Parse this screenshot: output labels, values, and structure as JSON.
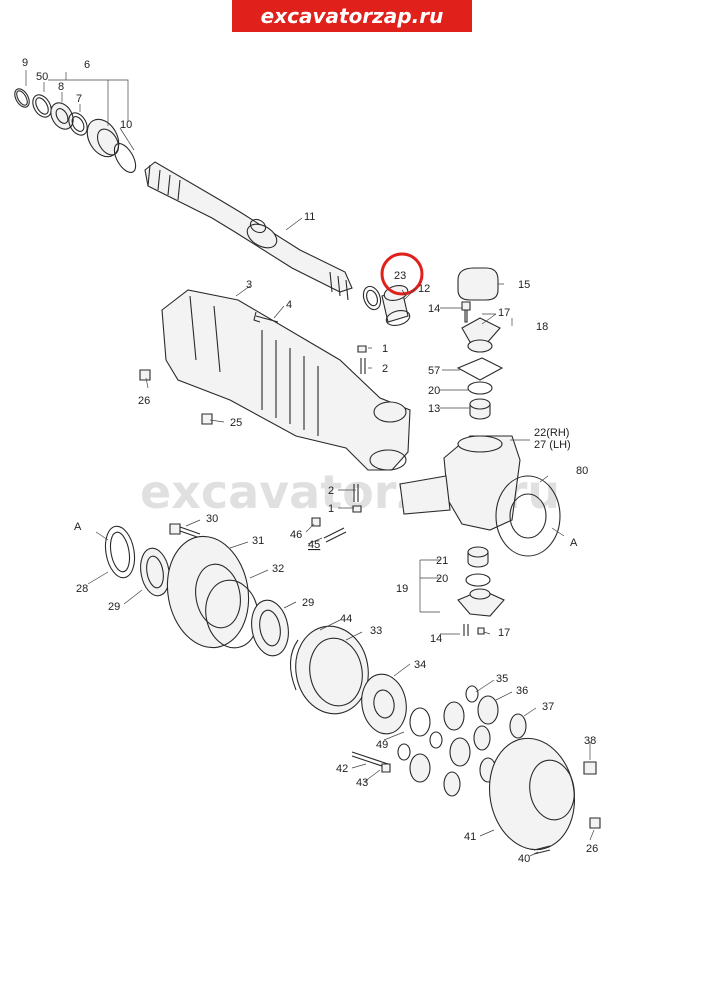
{
  "site_banner": "excavatorzap.ru",
  "watermark": "excavatorzap.ru",
  "highlighted_part": "23",
  "colors": {
    "banner_bg": "#e0201b",
    "highlight": "#e0201b"
  },
  "labels": {
    "p9": "9",
    "p50": "50",
    "p8": "8",
    "p6": "6",
    "p7": "7",
    "p10": "10",
    "p11": "11",
    "p23": "23",
    "p12": "12",
    "p15": "15",
    "p3": "3",
    "p4": "4",
    "p14a": "14",
    "p17a": "17",
    "p18": "18",
    "p1a": "1",
    "p2a": "2",
    "p57": "57",
    "p20a": "20",
    "p13": "13",
    "p26a": "26",
    "p25": "25",
    "p22": "22(RH)",
    "p27": "27 (LH)",
    "p80": "80",
    "p2b": "2",
    "p1b": "1",
    "pA1": "A",
    "p30": "30",
    "p31": "31",
    "p46": "46",
    "p45": "45",
    "pA2": "A",
    "p21": "21",
    "p20b": "20",
    "p19": "19",
    "p28": "28",
    "p29a": "29",
    "p32": "32",
    "p29b": "29",
    "p14b": "14",
    "p17b": "17",
    "p44": "44",
    "p33": "33",
    "p34": "34",
    "p35": "35",
    "p36": "36",
    "p37": "37",
    "p49": "49",
    "p38": "38",
    "p42": "42",
    "p43": "43",
    "p41": "41",
    "p40": "40",
    "p26b": "26"
  }
}
